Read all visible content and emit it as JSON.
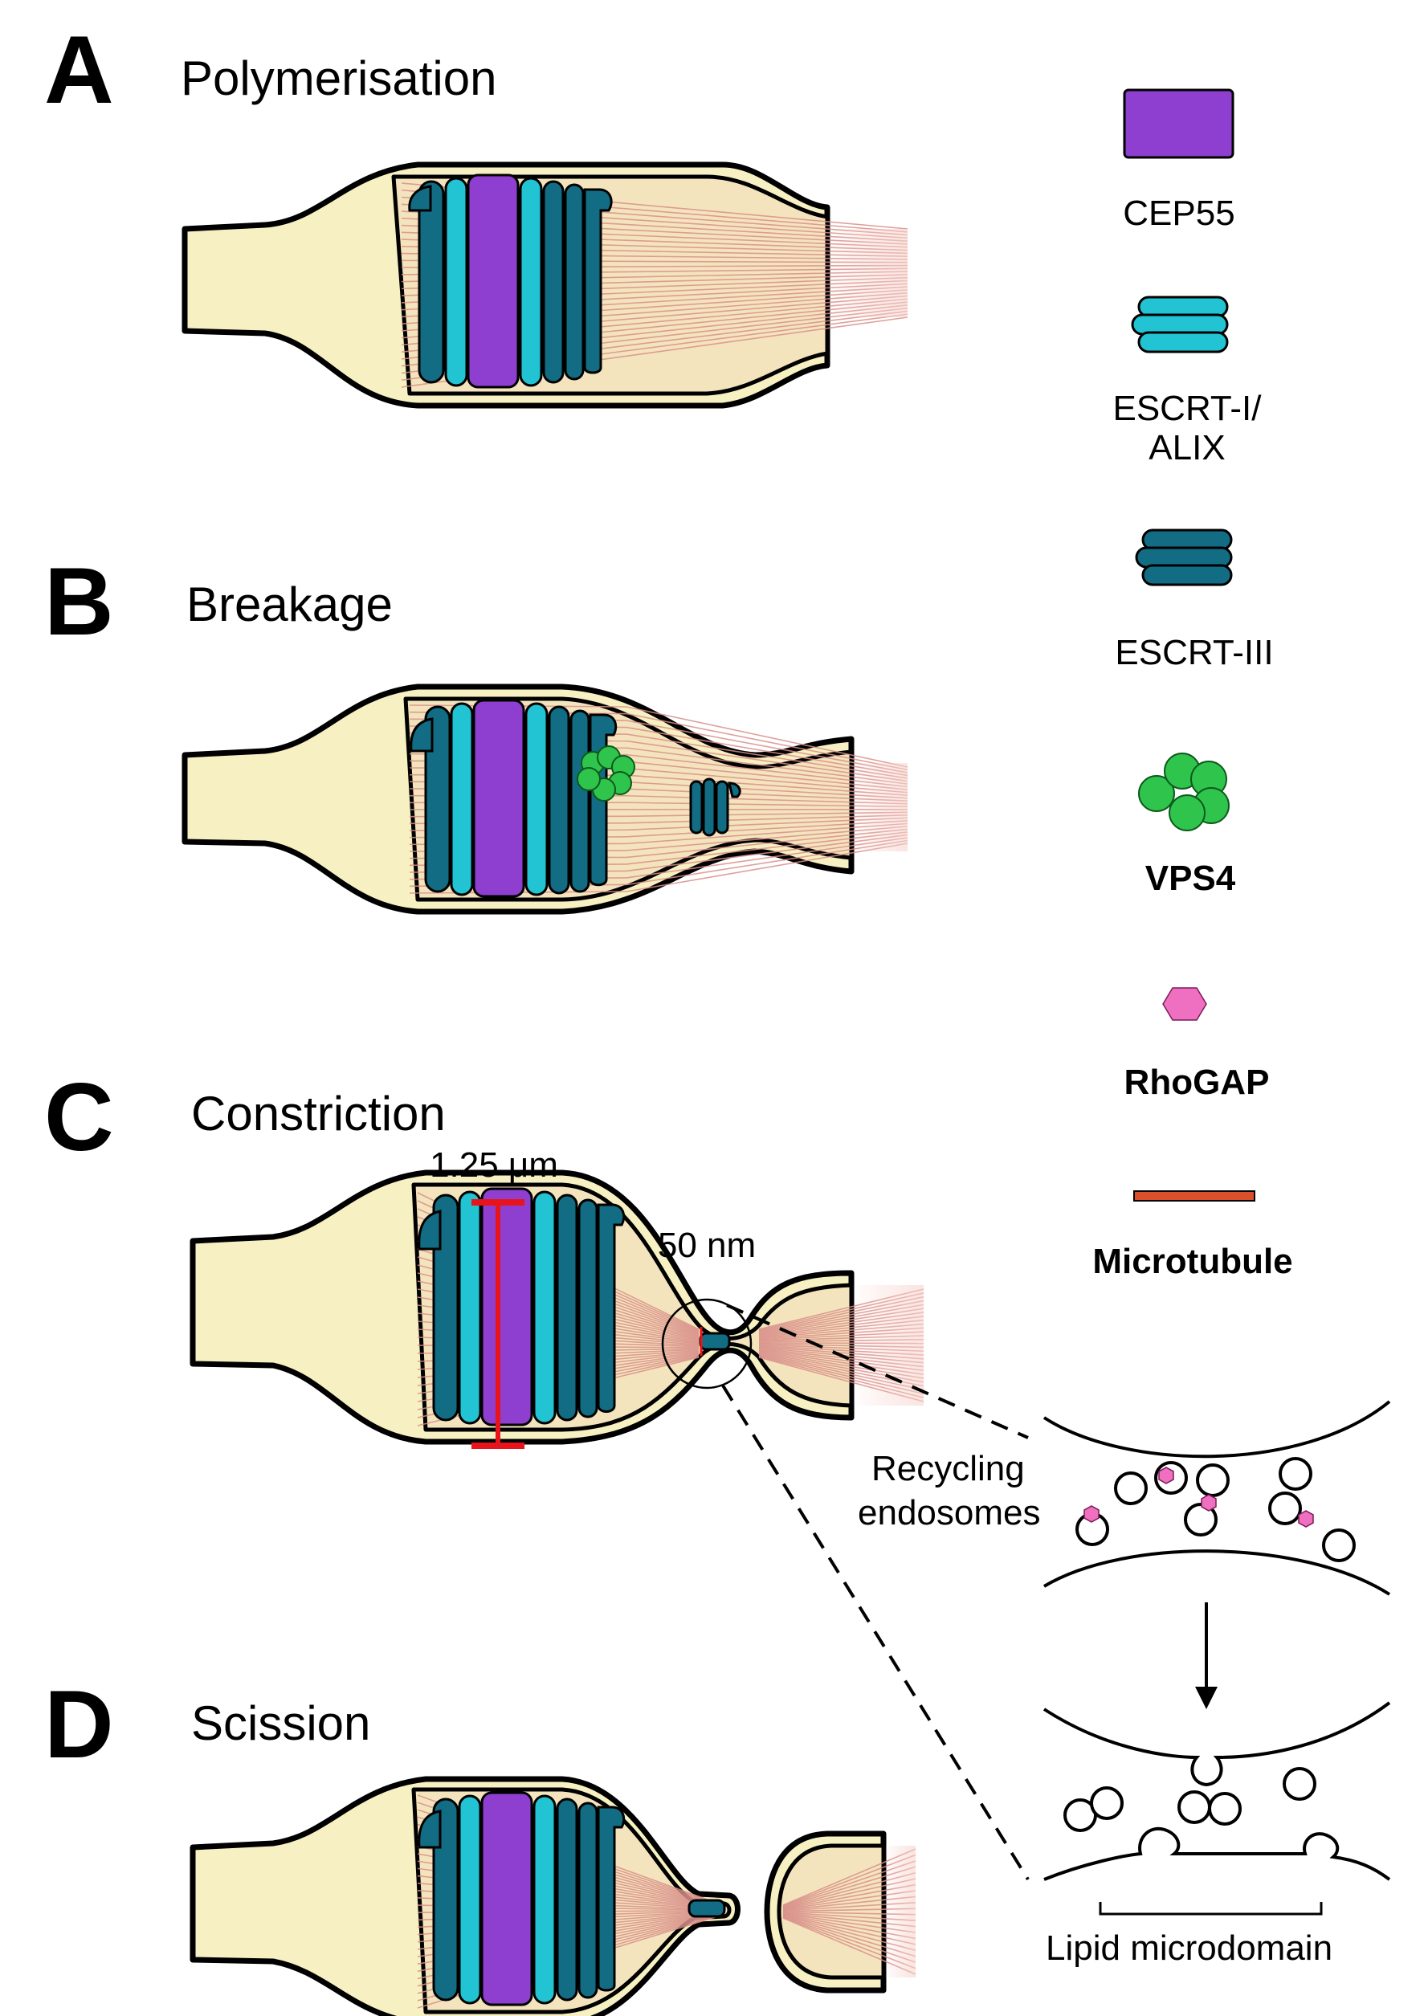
{
  "panels": [
    {
      "letter": "A",
      "title": "Polymerisation"
    },
    {
      "letter": "B",
      "title": "Breakage"
    },
    {
      "letter": "C",
      "title": "Constriction"
    },
    {
      "letter": "D",
      "title": "Scission"
    }
  ],
  "legend": [
    {
      "label_line1": "CEP55",
      "label_line2": "",
      "icon": "cep55-rect",
      "color": "#8e3fcf"
    },
    {
      "label_line1": "ESCRT-I/",
      "label_line2": "ALIX",
      "icon": "escrt-i-coil",
      "color": "#22c3d3"
    },
    {
      "label_line1": "ESCRT-III",
      "label_line2": "",
      "icon": "escrt-iii-coil",
      "color": "#126c84"
    },
    {
      "label_line1": "VPS4",
      "label_line2": "",
      "icon": "vps4-cluster",
      "color": "#2fc44c"
    },
    {
      "label_line1": "RhoGAP",
      "label_line2": "",
      "icon": "rhogap-hexagon",
      "color": "#ef6fc0"
    },
    {
      "label_line1": "Microtubule",
      "label_line2": "",
      "icon": "microtubule-bar",
      "color": "#d9502a"
    }
  ],
  "measurements": {
    "bridge_width": "1.25 μm",
    "constriction_width": "50 nm"
  },
  "zoom": {
    "recycling_label_line1": "Recycling",
    "recycling_label_line2": "endosomes",
    "lipid_label": "Lipid microdomain"
  },
  "colors": {
    "membrane_outer": "#f7f0c2",
    "cytoplasm": "#f4e4bd",
    "microtubule_lines": "#d9908a",
    "measure_bar": "#e8141b"
  }
}
